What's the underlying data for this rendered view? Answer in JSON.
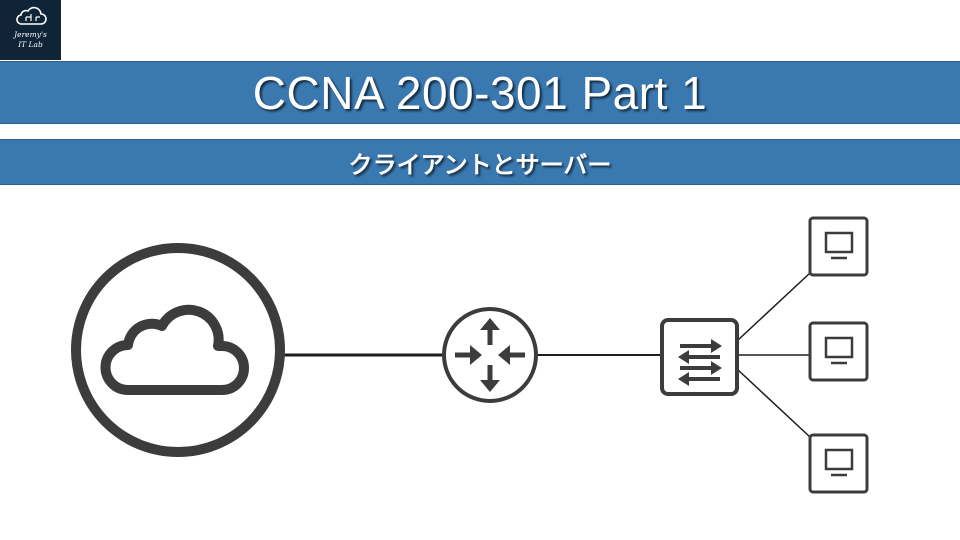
{
  "logo": {
    "line1": "Jeremy's",
    "line2": "IT Lab"
  },
  "header": {
    "title": "CCNA 200-301 Part 1"
  },
  "subheader": {
    "title": "クライアントとサーバー"
  },
  "diagram": {
    "nodes": [
      {
        "id": "internet",
        "icon": "cloud-icon"
      },
      {
        "id": "router",
        "icon": "router-icon"
      },
      {
        "id": "switch",
        "icon": "switch-icon"
      },
      {
        "id": "pc1",
        "icon": "monitor-icon"
      },
      {
        "id": "pc2",
        "icon": "monitor-icon"
      },
      {
        "id": "pc3",
        "icon": "monitor-icon"
      }
    ],
    "links": [
      [
        "internet",
        "router"
      ],
      [
        "router",
        "switch"
      ],
      [
        "switch",
        "pc1"
      ],
      [
        "switch",
        "pc2"
      ],
      [
        "switch",
        "pc3"
      ]
    ]
  },
  "colors": {
    "banner": "#3a78b0",
    "logo_bg": "#0f2437",
    "icon_stroke": "#3c3c3c"
  }
}
